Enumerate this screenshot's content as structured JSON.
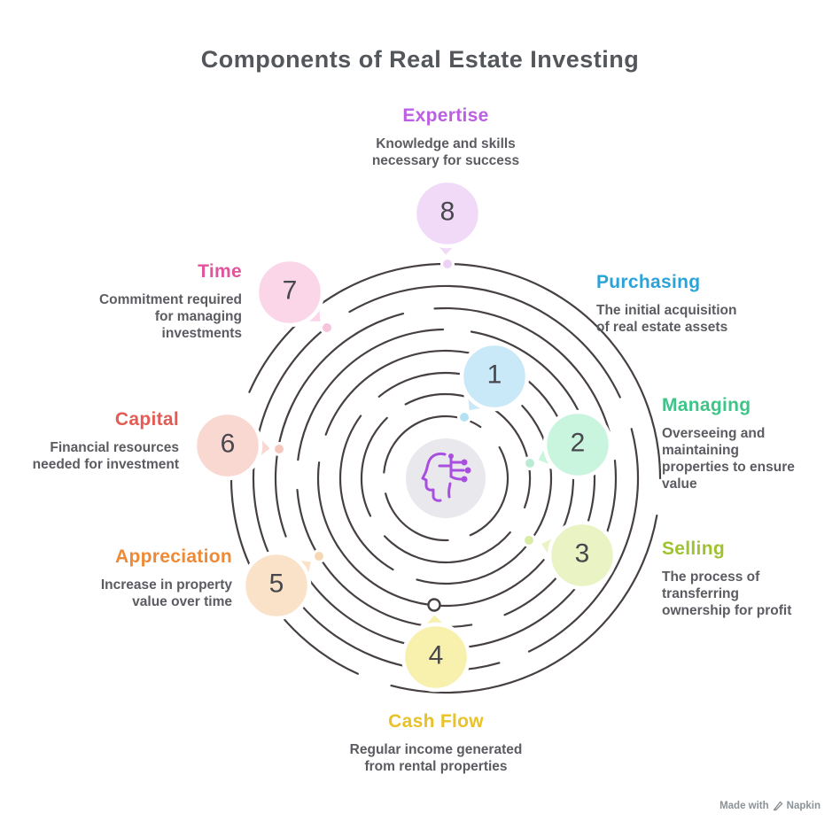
{
  "title": "Components of Real Estate Investing",
  "colors": {
    "orbit": "#474043",
    "title": "#53565a",
    "number": "#47474d",
    "description": "#5b5b61",
    "center_fill": "#e9e9ed",
    "icon": "#a84fe0",
    "watermark": "#8b9297"
  },
  "center": {
    "icon": "head-circuit-icon"
  },
  "items": [
    {
      "number": "1",
      "label": "Purchasing",
      "label_color": "#2ba3d9",
      "bubble_color": "#c9e8f8",
      "dot_color": "#b5e1f4",
      "lines": [
        "The initial acquisition",
        "of real estate assets"
      ]
    },
    {
      "number": "2",
      "label": "Managing",
      "label_color": "#3ec487",
      "bubble_color": "#c9f4de",
      "dot_color": "#baecd3",
      "lines": [
        "Overseeing and",
        "maintaining",
        "properties to ensure",
        "value"
      ]
    },
    {
      "number": "3",
      "label": "Selling",
      "label_color": "#9fc32f",
      "bubble_color": "#e9f3c3",
      "dot_color": "#d9eba4",
      "lines": [
        "The process of",
        "transferring",
        "ownership for profit"
      ]
    },
    {
      "number": "4",
      "label": "Cash Flow",
      "label_color": "#e8c227",
      "bubble_color": "#f8f0ad",
      "dot_color": "#ffffff",
      "lines": [
        "Regular income generated",
        "from rental properties"
      ]
    },
    {
      "number": "5",
      "label": "Appreciation",
      "label_color": "#ee8a36",
      "bubble_color": "#f9e2c7",
      "dot_color": "#f6d8b6",
      "lines": [
        "Increase in property",
        "value over time"
      ]
    },
    {
      "number": "6",
      "label": "Capital",
      "label_color": "#e45b55",
      "bubble_color": "#f9d8d1",
      "dot_color": "#f5c8bf",
      "lines": [
        "Financial resources",
        "needed for investment"
      ]
    },
    {
      "number": "7",
      "label": "Time",
      "label_color": "#e0559c",
      "bubble_color": "#fbd6e8",
      "dot_color": "#f8c2dd",
      "lines": [
        "Commitment required",
        "for managing",
        "investments"
      ]
    },
    {
      "number": "8",
      "label": "Expertise",
      "label_color": "#bd5fe4",
      "bubble_color": "#f1daf8",
      "dot_color": "#edd2f5",
      "lines": [
        "Knowledge and skills",
        "necessary for success"
      ]
    }
  ],
  "watermark": {
    "text": "Made with",
    "brand": "Napkin"
  }
}
